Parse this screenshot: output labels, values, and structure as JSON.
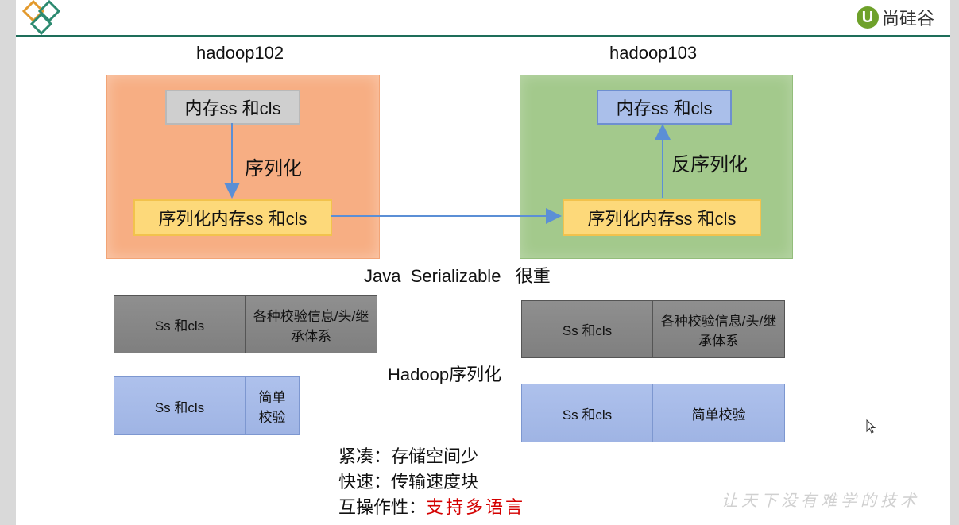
{
  "brand": {
    "mark": "U",
    "name": "尚硅谷"
  },
  "left_host": {
    "label": "hadoop102",
    "top_box": "内存ss 和cls",
    "step": "序列化",
    "bottom_box": "序列化内存ss 和cls"
  },
  "right_host": {
    "label": "hadoop103",
    "top_box": "内存ss 和cls",
    "step": "反序列化",
    "bottom_box": "序列化内存ss 和cls"
  },
  "java_heading": "Java  Serializable   很重",
  "java_left": {
    "cell1": "Ss 和cls",
    "cell2": "各种校验信息/头/继承体系"
  },
  "java_right": {
    "cell1": "Ss 和cls",
    "cell2": "各种校验信息/头/继承体系"
  },
  "hadoop_heading": "Hadoop序列化",
  "hadoop_left": {
    "cell1": "Ss 和cls",
    "cell2": "简单校验"
  },
  "hadoop_right": {
    "cell1": "Ss 和cls",
    "cell2": "简单校验"
  },
  "notes": {
    "compact": "紧凑：存储空间少",
    "fast": "快速：传输速度块",
    "interop_label": "互操作性：",
    "interop_value": "支持多语言"
  },
  "slogan": "让天下没有难学的技术",
  "colors": {
    "header_rule": "#1e6e5a",
    "panel_orange": "#f7ae83",
    "panel_green": "#a3c98c",
    "arrow_blue": "#5b8fd6",
    "accent_red": "#d40000"
  }
}
